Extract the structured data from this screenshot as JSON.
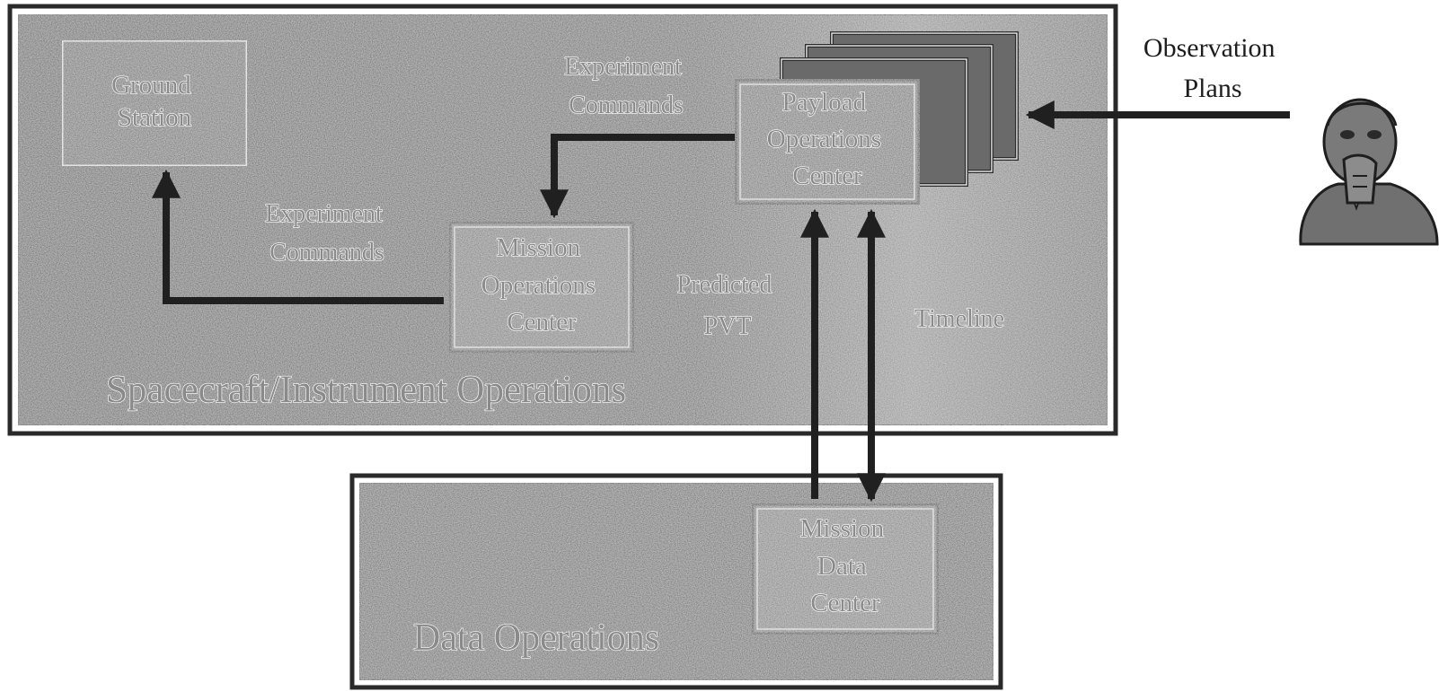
{
  "regions": {
    "spacecraft_ops": "Spacecraft/Instrument Operations",
    "data_ops": "Data Operations"
  },
  "nodes": {
    "ground_station": [
      "Ground",
      "Station"
    ],
    "payload_ops": [
      "Payload",
      "Operations",
      "Center"
    ],
    "mission_ops": [
      "Mission",
      "Operations",
      "Center"
    ],
    "mission_data": [
      "Mission",
      "Data",
      "Center"
    ]
  },
  "flows": {
    "experiment_commands_top": [
      "Experiment",
      "Commands"
    ],
    "experiment_commands_left": [
      "Experiment",
      "Commands"
    ],
    "predicted_pvt": [
      "Predicted",
      "PVT"
    ],
    "timeline": "Timeline",
    "observation_plans": [
      "Observation",
      "Plans"
    ]
  },
  "icons": {
    "user": "person-icon"
  },
  "colors": {
    "panel": "#5b5b5b",
    "box": "#727272",
    "border": "#2a2a2a",
    "arrow": "#202020"
  }
}
